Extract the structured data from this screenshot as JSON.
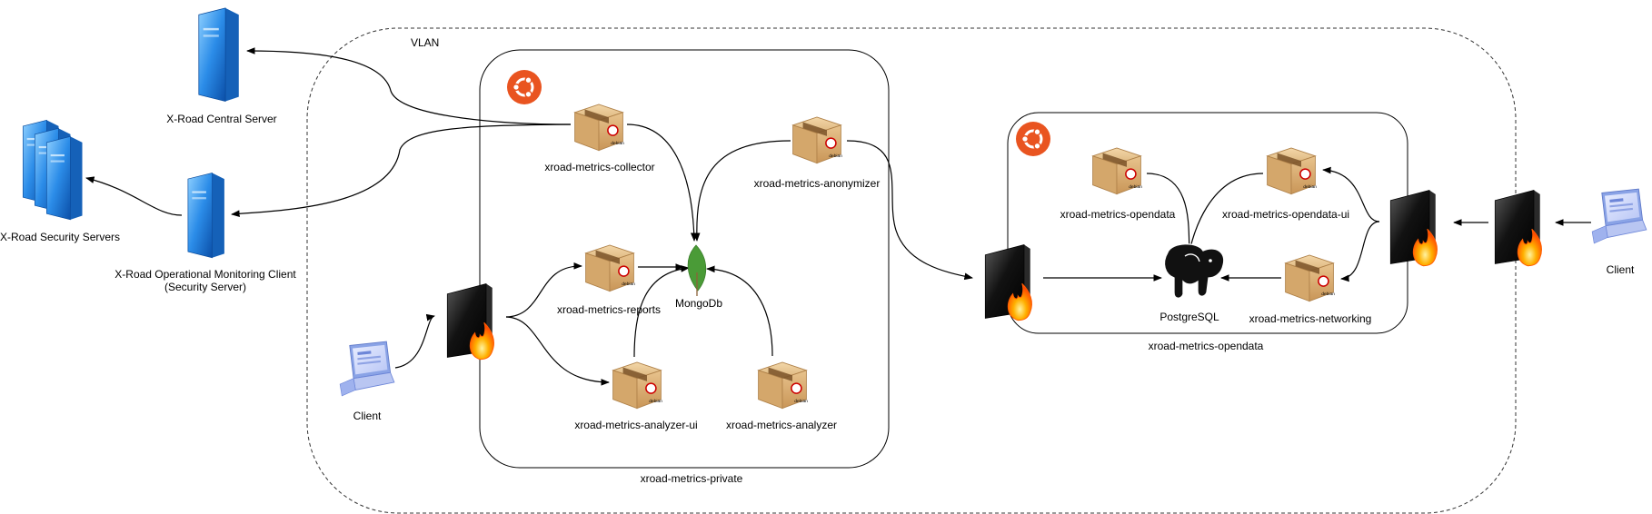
{
  "labels": {
    "vlan": "VLAN",
    "central_server": "X-Road Central Server",
    "security_servers": "X-Road Security Servers",
    "om_client_line1": "X-Road Operational Monitoring Client",
    "om_client_line2": "(Security Server)",
    "client_left": "Client",
    "client_right": "Client",
    "private_group": "xroad-metrics-private",
    "opendata_group": "xroad-metrics-opendata",
    "collector": "xroad-metrics-collector",
    "anonymizer": "xroad-metrics-anonymizer",
    "reports": "xroad-metrics-reports",
    "mongodb": "MongoDb",
    "analyzer_ui": "xroad-metrics-analyzer-ui",
    "analyzer": "xroad-metrics-analyzer",
    "opendata": "xroad-metrics-opendata",
    "opendata_ui": "xroad-metrics-opendata-ui",
    "networking": "xroad-metrics-networking",
    "postgresql": "PostgreSQL"
  },
  "package_badge": "debian",
  "icons": {
    "package": "debian-package-icon",
    "firewall": "firewall-icon",
    "server": "server-icon",
    "laptop": "laptop-icon",
    "ubuntu": "ubuntu-icon",
    "mongodb": "mongodb-leaf-icon",
    "postgresql": "postgresql-elephant-icon"
  },
  "colors": {
    "server_blue": "#1f7fd6",
    "package_tan": "#d9a96c",
    "ubuntu_orange": "#e95420",
    "mongo_green": "#4a9b37",
    "firewall_dark": "#1b1b1b",
    "fire_orange": "#ff7a00"
  }
}
